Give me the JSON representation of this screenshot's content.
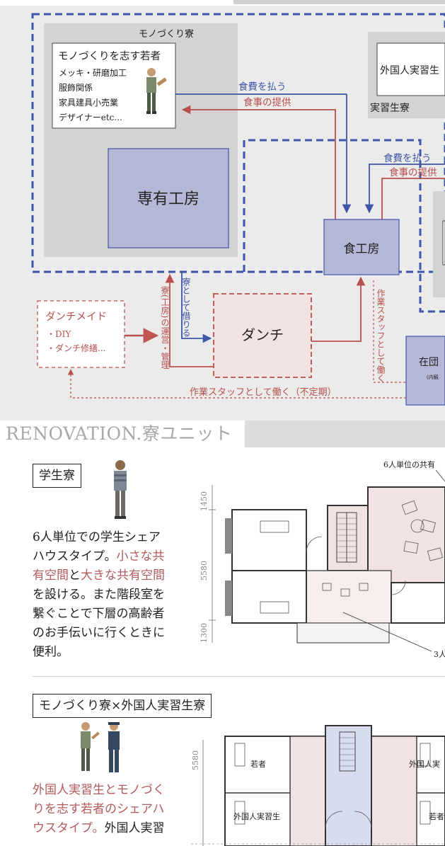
{
  "diagram": {
    "monodukuri_dorm_title": "モノづくり寮",
    "youth_box": {
      "title": "モノづくりを志す若者",
      "lines": [
        "メッキ・研磨加工",
        "服飾関係",
        "家具建具小売業",
        "デザイナーetc..."
      ]
    },
    "senyu_kobo": "専有工房",
    "foreign_trainee": "外国人実習生",
    "trainee_dorm": "実習生寮",
    "pay_food_1": "食費を払う",
    "provide_meal_1": "食事の提供",
    "pay_food_2": "食費を払う",
    "provide_meal_2": "食事の提供",
    "shoku_kobo": "食工房",
    "danchi": "ダンチ",
    "danchi_maid": {
      "title": "ダンチメイド",
      "lines": [
        "・DIY",
        "・ダンチ修繕..."
      ]
    },
    "vertical_rent": "寮として借りる",
    "vertical_manage": "寮(工房)の運営・管理",
    "vertical_staff": "作業スタッフとして働く",
    "bottom_staff": "作業スタッフとして働く（不定期）",
    "zaidan": "在団",
    "zaidan_sub": "(内観"
  },
  "section": {
    "title": "RENOVATION.寮ユニット"
  },
  "student_dorm": {
    "label": "学生寮",
    "paragraph": [
      {
        "text": "6人単位での学生シェア",
        "red": false
      },
      {
        "text": "ハウスタイプ。",
        "red": false,
        "tail": "小さな共",
        "tail_red": true
      },
      {
        "text": "有空間",
        "red": true,
        "tail": "と",
        "tail_red": false,
        "tail2": "大きな共有空間",
        "tail2_red": true
      },
      {
        "text": "を設ける。また階段室を",
        "red": false
      },
      {
        "text": "繋ぐことで下層の高齢者",
        "red": false
      },
      {
        "text": "のお手伝いに行くときに",
        "red": false
      },
      {
        "text": "便利。",
        "red": false
      }
    ],
    "dims": [
      "1450",
      "5580",
      "1300"
    ],
    "callout_top": "6人単位の共有",
    "callout_bottom": "3人"
  },
  "mono_foreign": {
    "label": "モノづくり寮×外国人実習生寮",
    "paragraph": [
      {
        "text": "外国人実習生とモノづく",
        "red": true
      },
      {
        "text": "りを志す若者のシェアハ",
        "red": true
      },
      {
        "text": "ウスタイプ。",
        "red": true,
        "tail": "外国人実習",
        "tail_red": false
      }
    ],
    "dim": "5580",
    "room_labels": [
      "若者",
      "外国人実",
      "外国人実習生",
      "若者"
    ]
  },
  "colors": {
    "blue": "#3f55a8",
    "red": "#b8504e",
    "pink_fill": "#f3e2e2",
    "purple_fill": "#b5b7d6",
    "grey_area": "#e8e8e8",
    "dark_grey": "#d3d3d3"
  }
}
